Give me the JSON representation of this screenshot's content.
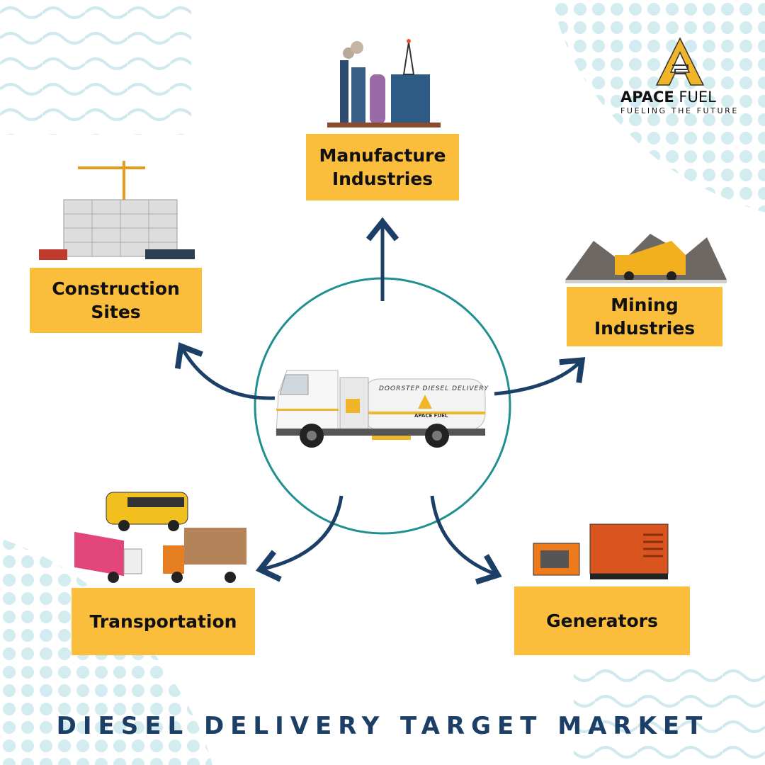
{
  "title": "DIESEL DELIVERY TARGET MARKET",
  "logo": {
    "name_bold": "APACE",
    "name_light": "FUEL",
    "tagline": "FUELING THE FUTURE"
  },
  "center": {
    "truck_banner": "DOORSTEP DIESEL DELIVERY",
    "truck_brand": "APACE FUEL"
  },
  "markets": [
    {
      "line1": "Manufacture",
      "line2": "Industries"
    },
    {
      "line1": "Construction",
      "line2": "Sites"
    },
    {
      "line1": "Mining",
      "line2": "Industries"
    },
    {
      "line1": "Transportation",
      "line2": ""
    },
    {
      "line1": "Generators",
      "line2": ""
    }
  ],
  "colors": {
    "accent": "#fbbd3c",
    "navy": "#1b3f66",
    "teal": "#1f8f8f",
    "pattern": "#cfe9ee"
  }
}
